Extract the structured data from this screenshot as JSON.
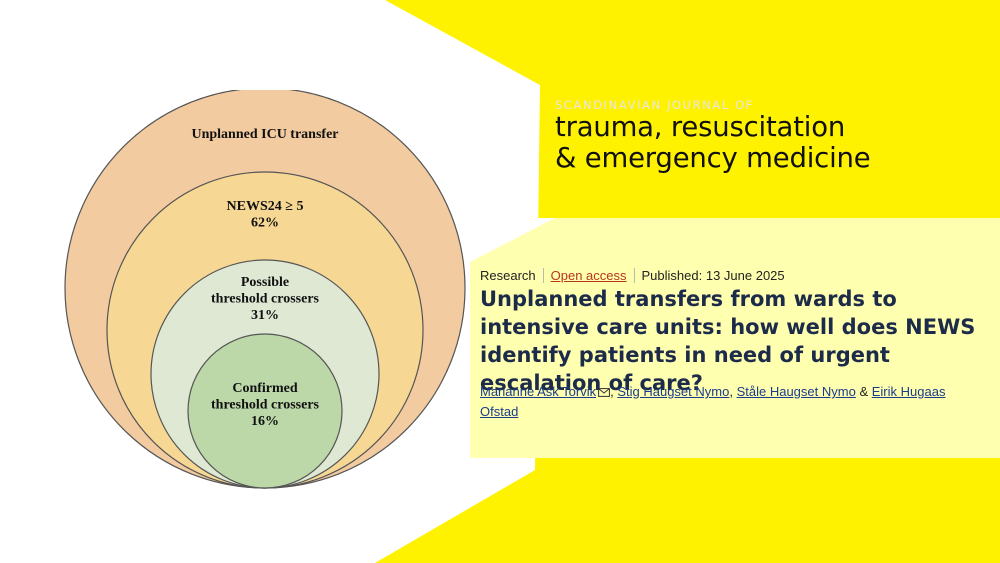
{
  "journal": {
    "kicker": "SCANDINAVIAN JOURNAL OF",
    "name_line1": "trauma, resuscitation",
    "name_line2": "& emergency medicine"
  },
  "article": {
    "type": "Research",
    "access": "Open access",
    "published": "Published: 13 June 2025",
    "title": "Unplanned transfers from wards to intensive care units: how well does NEWS identify patients in need of urgent escalation of care?",
    "authors": [
      {
        "name": "Marianne Ask Torvik",
        "corresponding": true
      },
      {
        "name": "Stig Haugset Nymo"
      },
      {
        "name": "Ståle Haugset Nymo"
      },
      {
        "name": "Eirik Hugaas Ofstad"
      }
    ],
    "author_sep": ",",
    "author_and": "&"
  },
  "diagram": {
    "circles": [
      {
        "lines": [
          "Unplanned ICU transfer"
        ],
        "fill": "#f3cba0"
      },
      {
        "lines": [
          "NEWS24 ≥ 5",
          "62%"
        ],
        "fill": "#f6d894"
      },
      {
        "lines": [
          "Possible",
          "threshold crossers",
          "31%"
        ],
        "fill": "#dfe8d3"
      },
      {
        "lines": [
          "Confirmed",
          "threshold crossers",
          "16%"
        ],
        "fill": "#bcd8a8"
      }
    ],
    "stroke": "#555555"
  },
  "colors": {
    "yellow": "#fff200",
    "pale_yellow": "#ffffb0",
    "title": "#1d2b4a",
    "link": "#1a3c8c",
    "open_access": "#b5381b"
  }
}
